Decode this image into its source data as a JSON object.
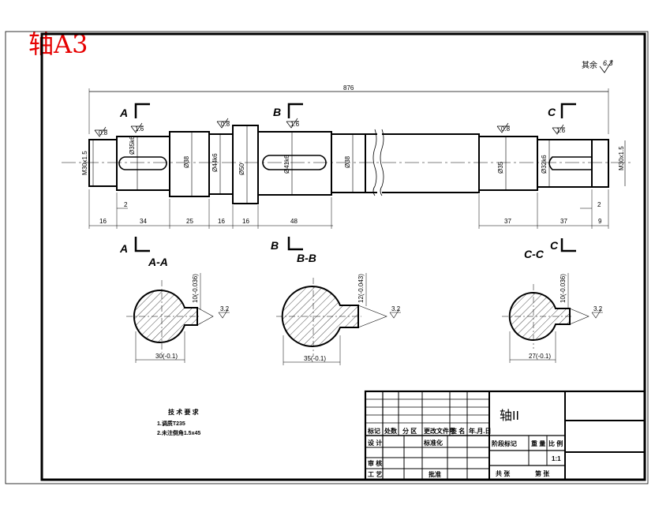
{
  "sheet_title": "轴A3",
  "roughness_note": {
    "prefix": "其余",
    "value": "6.3"
  },
  "overall_length": "876",
  "section_markers": {
    "a": "A",
    "b": "B",
    "c": "C"
  },
  "section_titles": {
    "a": "A-A",
    "b": "B-B",
    "c": "C-C"
  },
  "diameters": [
    "M30x1.5",
    "Ø35k6",
    "Ø38",
    "Ø44k6",
    "Ø50",
    "Ø41k6",
    "Ø38",
    "Ø35",
    "Ø32k6",
    "M30x1.5"
  ],
  "roughness_marks": [
    "0.8",
    "1.6",
    "0.8",
    "1.6",
    "0.8",
    "1.6"
  ],
  "lengths": [
    "16",
    "34",
    "25",
    "16",
    "16",
    "48",
    "37",
    "37",
    "9"
  ],
  "small_dims": [
    "2",
    "2"
  ],
  "sections": [
    {
      "keyway": "10(-0.036)",
      "width": "30(-0.1)",
      "roughness": "3.2"
    },
    {
      "keyway": "12(-0.043)",
      "width": "35(-0.1)",
      "roughness": "3.2"
    },
    {
      "keyway": "10(-0.036)",
      "width": "27(-0.1)",
      "roughness": "3.2"
    }
  ],
  "notes": {
    "heading": "技 术 要 求",
    "line1": "1.调质T235",
    "line2": "2.未注倒角1.5x45"
  },
  "title_block": {
    "part_name": "轴II",
    "col_headers": [
      "标记",
      "处数",
      "分 区",
      "更改文件号",
      "签 名",
      "年.月.日"
    ],
    "row2": [
      "设 计",
      "标准化"
    ],
    "row3": [
      "审 核"
    ],
    "row4": [
      "工 艺",
      "批准"
    ],
    "stage_headers": [
      "阶段标记",
      "重 量",
      "比 例"
    ],
    "scale": "1:1",
    "sheet_info": [
      "共 张",
      "第 张"
    ]
  }
}
